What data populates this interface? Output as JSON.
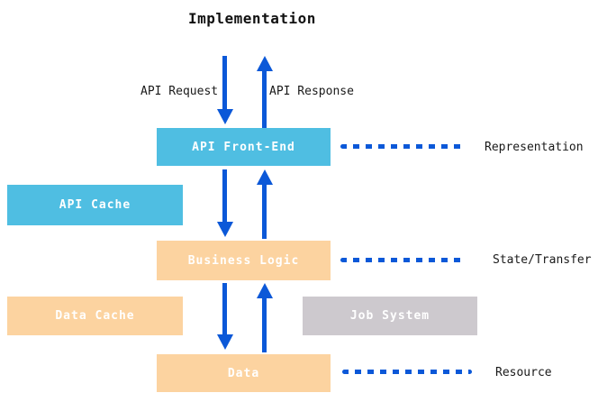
{
  "title": "Implementation",
  "top_arrows": {
    "request_label": "API Request",
    "response_label": "API Response"
  },
  "layers": [
    {
      "label": "API Front-End",
      "annotation": "Representation"
    },
    {
      "label": "Business Logic",
      "annotation": "State/Transfer"
    },
    {
      "label": "Data",
      "annotation": "Resource"
    }
  ],
  "side_boxes": [
    {
      "label": "API Cache"
    },
    {
      "label": "Data Cache"
    },
    {
      "label": "Job System"
    }
  ],
  "colors": {
    "cyan": "#4FBEE2",
    "orange": "#FCD3A0",
    "gray": "#CDC9CE",
    "arrow_blue": "#0B58D8"
  }
}
